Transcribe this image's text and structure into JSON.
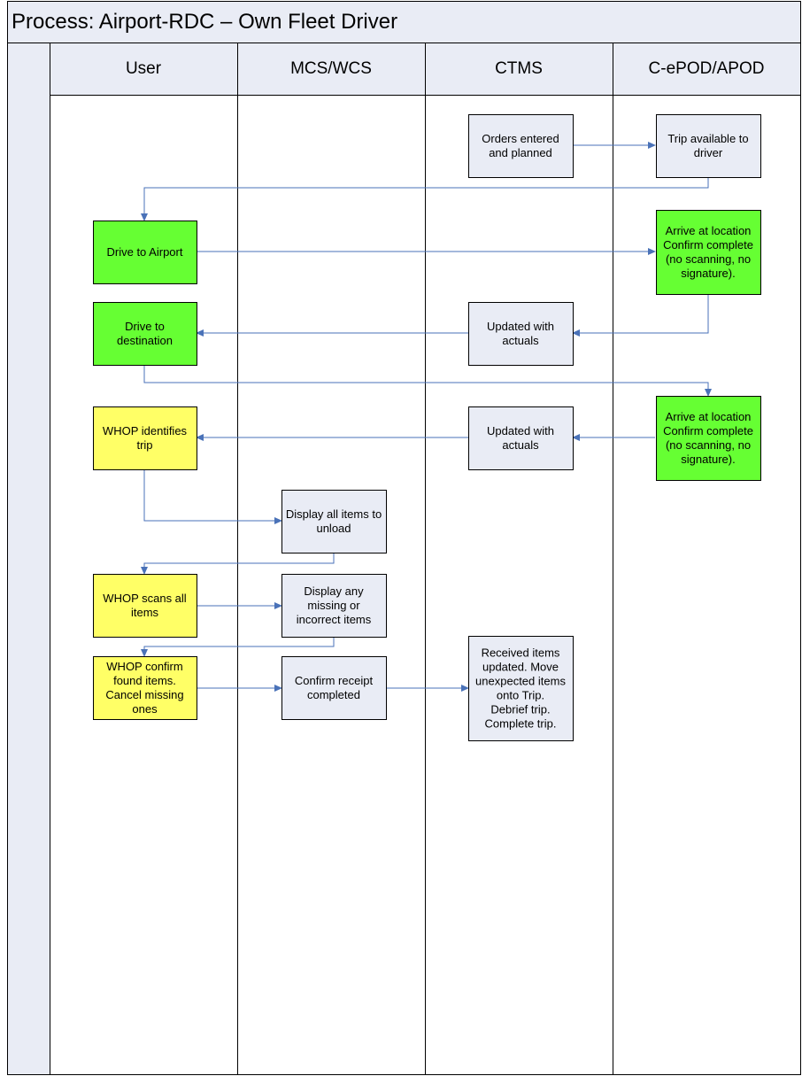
{
  "diagram": {
    "title": "Process: Airport-RDC – Own Fleet Driver",
    "colors": {
      "header_fill": "#e9ecf5",
      "box_default": "#e9ecf5",
      "green": "#66ff33",
      "yellow": "#ffff66",
      "arrow": "#4a72b8",
      "border": "#000000"
    },
    "lanes": [
      {
        "id": "user",
        "label": "User"
      },
      {
        "id": "mcs",
        "label": "MCS/WCS"
      },
      {
        "id": "ctms",
        "label": "CTMS"
      },
      {
        "id": "epod",
        "label": "C-ePOD/APOD"
      }
    ],
    "nodes": [
      {
        "id": "orders",
        "lane": "ctms",
        "fill": "default",
        "lines": [
          "Orders entered",
          "and planned"
        ]
      },
      {
        "id": "trip_avail",
        "lane": "epod",
        "fill": "default",
        "lines": [
          "Trip available to",
          "driver"
        ]
      },
      {
        "id": "drive_airport",
        "lane": "user",
        "fill": "green",
        "lines": [
          "Drive to Airport"
        ]
      },
      {
        "id": "arrive1",
        "lane": "epod",
        "fill": "green",
        "lines": [
          "Arrive at location",
          "Confirm complete",
          "(no scanning, no",
          "signature)."
        ]
      },
      {
        "id": "drive_dest",
        "lane": "user",
        "fill": "green",
        "lines": [
          "Drive to",
          "destination"
        ]
      },
      {
        "id": "updated1",
        "lane": "ctms",
        "fill": "default",
        "lines": [
          "Updated with",
          "actuals"
        ]
      },
      {
        "id": "whop_identify",
        "lane": "user",
        "fill": "yellow",
        "lines": [
          "WHOP identifies",
          "trip"
        ]
      },
      {
        "id": "updated2",
        "lane": "ctms",
        "fill": "default",
        "lines": [
          "Updated with",
          "actuals"
        ]
      },
      {
        "id": "arrive2",
        "lane": "epod",
        "fill": "green",
        "lines": [
          "Arrive at location",
          "Confirm complete",
          "(no scanning, no",
          "signature)."
        ]
      },
      {
        "id": "display_all",
        "lane": "mcs",
        "fill": "default",
        "lines": [
          "Display all items to",
          "unload"
        ]
      },
      {
        "id": "whop_scan",
        "lane": "user",
        "fill": "yellow",
        "lines": [
          "WHOP scans all",
          "items"
        ]
      },
      {
        "id": "display_missing",
        "lane": "mcs",
        "fill": "default",
        "lines": [
          "Display any",
          "missing or",
          "incorrect items"
        ]
      },
      {
        "id": "whop_confirm",
        "lane": "user",
        "fill": "yellow",
        "lines": [
          "WHOP confirm",
          "found items.",
          "Cancel missing",
          "ones"
        ]
      },
      {
        "id": "confirm_receipt",
        "lane": "mcs",
        "fill": "default",
        "lines": [
          "Confirm receipt",
          "completed"
        ]
      },
      {
        "id": "received",
        "lane": "ctms",
        "fill": "default",
        "lines": [
          "Received items",
          "updated. Move",
          "unexpected items",
          "onto Trip.",
          "Debrief trip.",
          "Complete trip."
        ]
      }
    ],
    "edges": [
      {
        "from": "orders",
        "to": "trip_avail"
      },
      {
        "from": "trip_avail",
        "to": "drive_airport"
      },
      {
        "from": "drive_airport",
        "to": "arrive1"
      },
      {
        "from": "arrive1",
        "to": "updated1"
      },
      {
        "from": "updated1",
        "to": "drive_dest"
      },
      {
        "from": "drive_dest",
        "to": "arrive2"
      },
      {
        "from": "arrive2",
        "to": "updated2"
      },
      {
        "from": "updated2",
        "to": "whop_identify"
      },
      {
        "from": "whop_identify",
        "to": "display_all"
      },
      {
        "from": "display_all",
        "to": "whop_scan"
      },
      {
        "from": "whop_scan",
        "to": "display_missing"
      },
      {
        "from": "display_missing",
        "to": "whop_confirm"
      },
      {
        "from": "whop_confirm",
        "to": "confirm_receipt"
      },
      {
        "from": "confirm_receipt",
        "to": "received"
      }
    ]
  }
}
